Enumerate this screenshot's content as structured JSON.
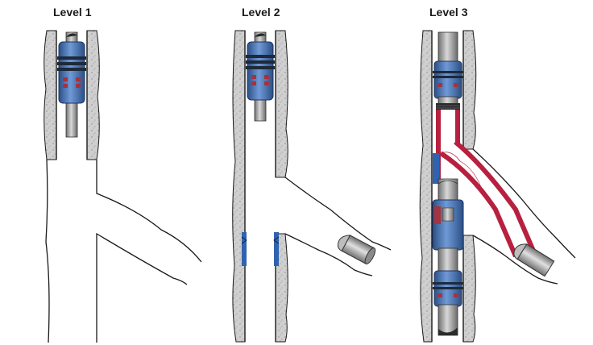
{
  "levels": [
    {
      "title": "Level 1"
    },
    {
      "title": "Level 2"
    },
    {
      "title": "Level 3"
    }
  ],
  "colors": {
    "cement": "#c9c9c9",
    "casing_outline": "#1a1a1a",
    "tubing_gray": "#9a9a9a",
    "packer_blue": "#3f6fb0",
    "packer_slip_red": "#a33340",
    "junction_liner_red": "#b8203f",
    "background": "#ffffff"
  }
}
